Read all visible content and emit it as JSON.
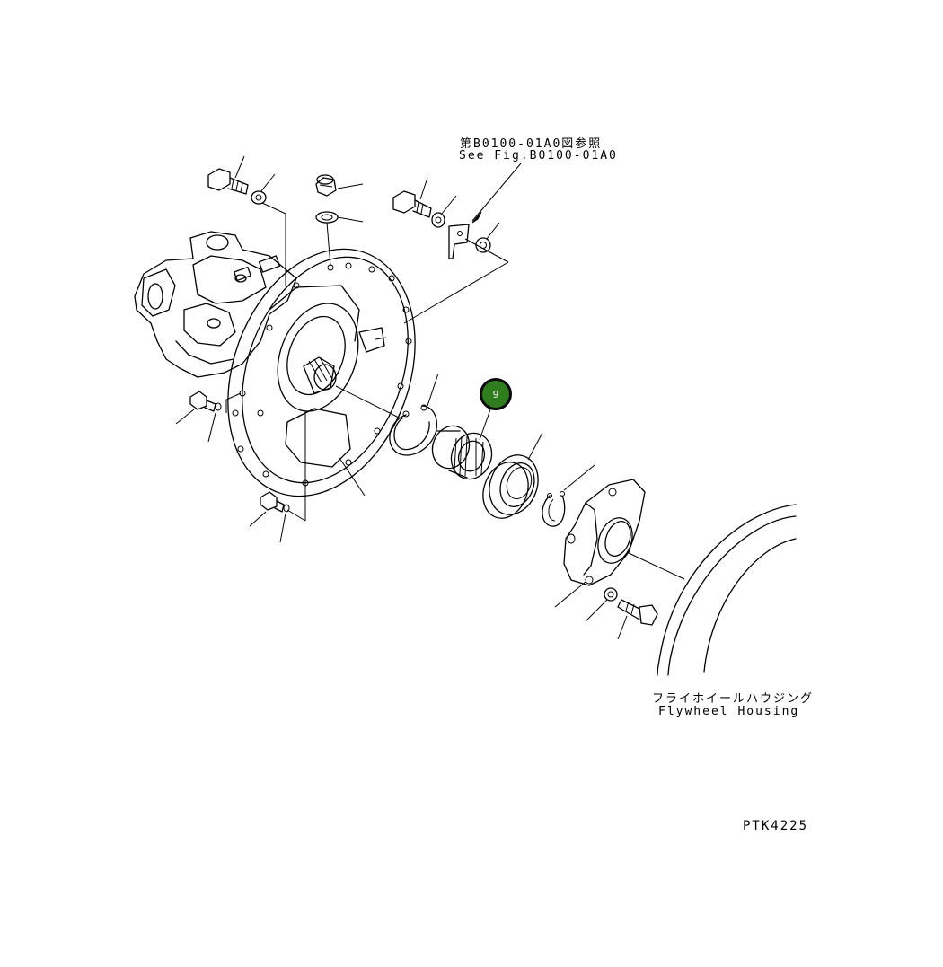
{
  "labels": {
    "reference_jp": "第B0100-01A0図参照",
    "reference_en": "See Fig.B0100-01A0",
    "flywheel_housing_jp": "フライホイールハウジング",
    "flywheel_housing_en": "Flywheel Housing",
    "drawing_code": "PTK4225"
  },
  "callout": {
    "number": "9",
    "color": "#2f7d1f"
  }
}
